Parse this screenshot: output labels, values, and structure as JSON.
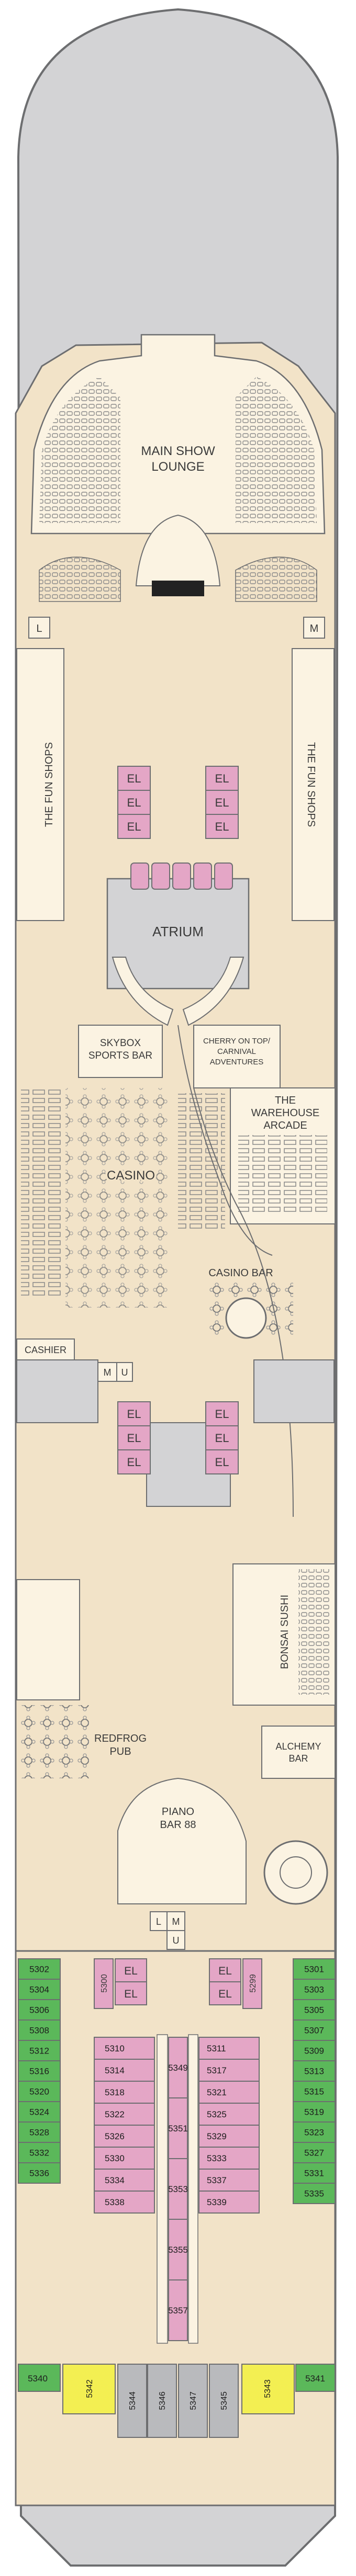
{
  "colors": {
    "hull": "#d3d3d5",
    "outline": "#6d6e70",
    "deck": "#f2e3c8",
    "wall": "#fbf3e2",
    "elevator": "#e4a6c6",
    "cabin_green": "#5bb85a",
    "cabin_pink": "#e4a6c6",
    "cabin_yellow": "#f3ef52",
    "service_gray": "#b9babd",
    "text": "#3a3a3a"
  },
  "venues": {
    "main_show_lounge": [
      "MAIN SHOW",
      "LOUNGE"
    ],
    "fun_shops_left": "THE FUN SHOPS",
    "fun_shops_right": "THE FUN SHOPS",
    "atrium": "ATRIUM",
    "skybox": [
      "SKYBOX",
      "SPORTS BAR"
    ],
    "cherry": [
      "CHERRY ON TOP/",
      "CARNIVAL",
      "ADVENTURES"
    ],
    "warehouse": [
      "THE",
      "WAREHOUSE",
      "ARCADE"
    ],
    "casino": "CASINO",
    "casino_bar": "CASINO BAR",
    "cashier": "CASHIER",
    "bonsai": "BONSAI SUSHI",
    "redfrog": [
      "REDFROG",
      "PUB"
    ],
    "alchemy": [
      "ALCHEMY",
      "BAR"
    ],
    "piano": [
      "PIANO",
      "BAR 88"
    ]
  },
  "symbols": {
    "elevator": "EL",
    "lavatory": "L",
    "men": "M",
    "unisex": "U"
  },
  "cabins": {
    "left_outer": [
      "5302",
      "5304",
      "5306",
      "5308",
      "5312",
      "5316",
      "5320",
      "5324",
      "5328",
      "5332",
      "5336"
    ],
    "right_outer": [
      "5301",
      "5303",
      "5305",
      "5307",
      "5309",
      "5313",
      "5315",
      "5319",
      "5323",
      "5327",
      "5331",
      "5335"
    ],
    "left_inner": [
      "5310",
      "5314",
      "5318",
      "5322",
      "5326",
      "5330",
      "5334",
      "5338"
    ],
    "right_inner": [
      "5311",
      "5317",
      "5321",
      "5325",
      "5329",
      "5333",
      "5337",
      "5339"
    ],
    "center_left": [
      "5349",
      "5351",
      "5353",
      "5355",
      "5357"
    ],
    "special": {
      "c5300": "5300",
      "c5299": "5299",
      "c5340": "5340",
      "c5341": "5341",
      "c5342": "5342",
      "c5343": "5343",
      "c5344": "5344",
      "c5345": "5345",
      "c5346": "5346",
      "c5347": "5347"
    }
  }
}
